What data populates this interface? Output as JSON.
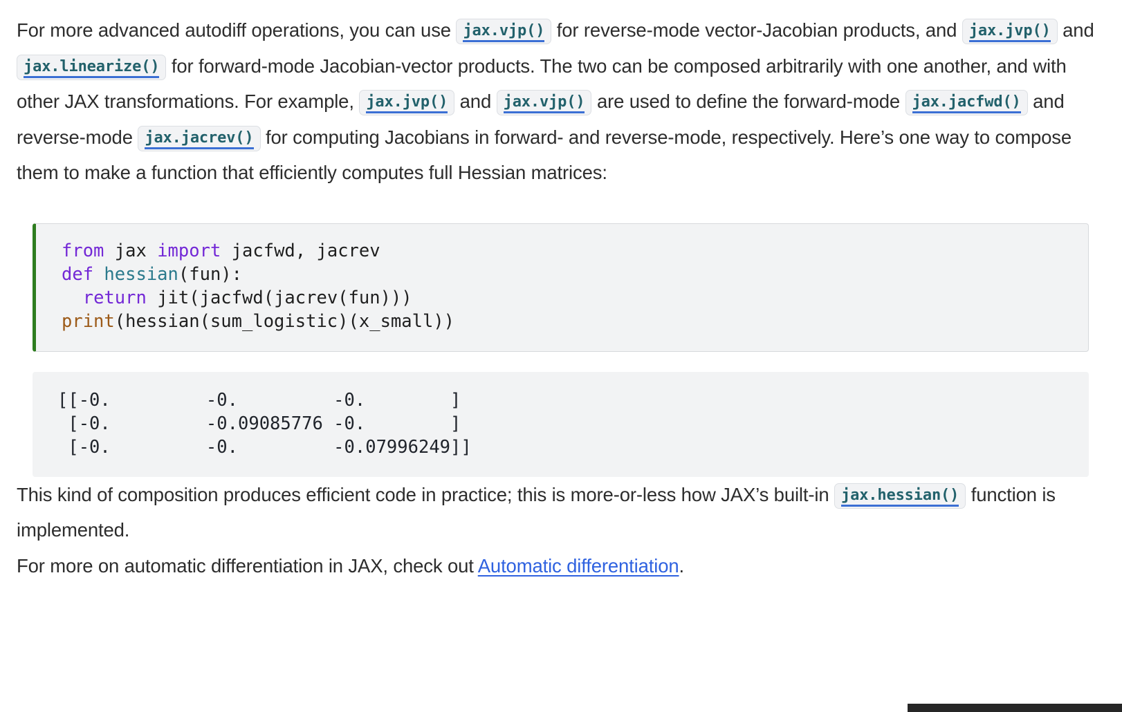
{
  "paragraph1": {
    "segments": [
      {
        "type": "text",
        "value": "For more advanced autodiff operations, you can use "
      },
      {
        "type": "code",
        "value": "jax.vjp()"
      },
      {
        "type": "text",
        "value": " for reverse-mode vector-Jacobian products, and "
      },
      {
        "type": "code",
        "value": "jax.jvp()"
      },
      {
        "type": "text",
        "value": " and "
      },
      {
        "type": "code",
        "value": "jax.linearize()"
      },
      {
        "type": "text",
        "value": " for forward-mode Jacobian-vector products. The two can be composed arbitrarily with one another, and with other JAX transformations. For example, "
      },
      {
        "type": "code",
        "value": "jax.jvp()"
      },
      {
        "type": "text",
        "value": " and "
      },
      {
        "type": "code",
        "value": "jax.vjp()"
      },
      {
        "type": "text",
        "value": " are used to define the forward-mode "
      },
      {
        "type": "code",
        "value": "jax.jacfwd()"
      },
      {
        "type": "text",
        "value": " and reverse-mode "
      },
      {
        "type": "code",
        "value": "jax.jacrev()"
      },
      {
        "type": "text",
        "value": " for computing Jacobians in forward- and reverse-mode, respectively. Here’s one way to compose them to make a function that efficiently computes full Hessian matrices:"
      }
    ],
    "t1": "For more advanced autodiff operations, you can use ",
    "c1": "jax.vjp()",
    "t2": " for reverse-mode vector-Jacobian products, and ",
    "c2": "jax.jvp()",
    "t3": " and ",
    "c3": "jax.linearize()",
    "t4": " for forward-mode Jacobian-vector products. The two can be composed arbitrarily with one another, and with other JAX transformations. For example, ",
    "c4": "jax.jvp()",
    "t5": " and ",
    "c5": "jax.vjp()",
    "t6": " are used to define the forward-mode ",
    "c6": "jax.jacfwd()",
    "t7": " and reverse-mode ",
    "c7": "jax.jacrev()",
    "t8": " for computing Jacobians in forward- and reverse-mode, respectively. Here’s one way to compose them to make a function that efficiently computes full Hessian matrices:"
  },
  "code_block": {
    "language": "python",
    "left_accent_color": "#2e7d1f",
    "background": "#f2f3f4",
    "tokens": {
      "kw_from": "from",
      "mod_jax": " jax ",
      "kw_import": "import",
      "imports": " jacfwd, jacrev\n",
      "kw_def": "def",
      "fn_hessian": " hessian",
      "def_args": "(fun):\n  ",
      "kw_return": "return",
      "ret_expr": " jit(jacfwd(jacrev(fun)))\n",
      "bi_print": "print",
      "print_args": "(hessian(sum_logistic)(x_small))"
    },
    "full_text": "from jax import jacfwd, jacrev\ndef hessian(fun):\n  return jit(jacfwd(jacrev(fun)))\nprint(hessian(sum_logistic)(x_small))"
  },
  "output_block": {
    "background": "#f2f3f4",
    "text": "[[-0.         -0.         -0.        ]\n [-0.         -0.09085776 -0.        ]\n [-0.         -0.         -0.07996249]]",
    "matrix": [
      [
        "-0.",
        "-0.",
        "-0."
      ],
      [
        "-0.",
        "-0.09085776",
        "-0."
      ],
      [
        "-0.",
        "-0.",
        "-0.07996249"
      ]
    ]
  },
  "paragraph2": {
    "t1": "This kind of composition produces efficient code in practice; this is more-or-less how JAX’s built-in ",
    "c1": "jax.hessian()",
    "t2": " function is implemented."
  },
  "paragraph3": {
    "t1": "For more on automatic differentiation in JAX, check out ",
    "link": "Automatic differentiation",
    "t2": "."
  },
  "colors": {
    "page_background": "#ffffff",
    "body_text": "#2d2d2d",
    "inline_code_text": "#22616b",
    "inline_code_background": "#f2f3f5",
    "inline_code_underline": "#3b6fd4",
    "external_link": "#2f62e0",
    "keyword": "#7328d6",
    "function_name": "#2b7a8c",
    "builtin": "#9c5a18",
    "code_accent_bar": "#2e7d1f",
    "scrollbar": "#262626"
  },
  "scrollbar": {
    "label": "horizontal-scrollbar"
  }
}
